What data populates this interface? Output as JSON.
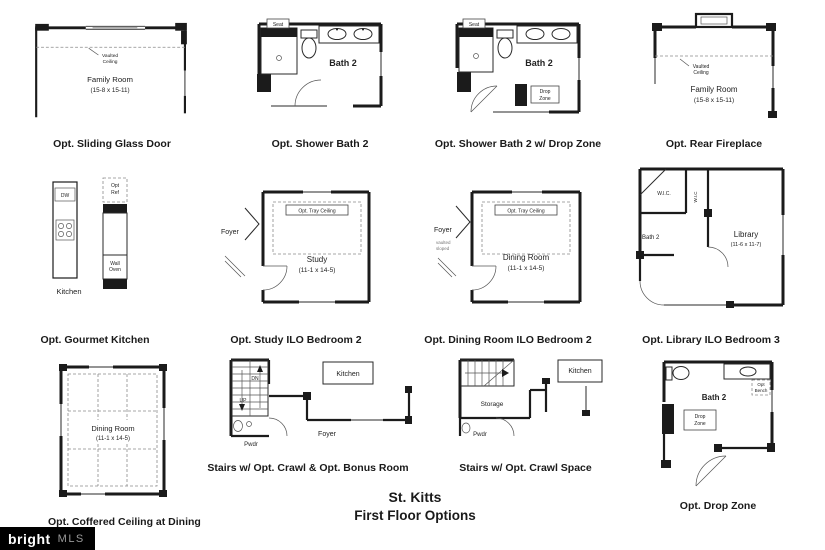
{
  "title": "St. Kitts",
  "subtitle": "First Floor Options",
  "logo": {
    "brand": "bright",
    "suffix": "MLS"
  },
  "plans": {
    "sliding": {
      "caption": "Opt. Sliding Glass Door",
      "note1": "Vaulted",
      "note2": "Ceiling",
      "room": "Family Room",
      "dims": "(15-8 x 15-11)"
    },
    "shower": {
      "caption": "Opt. Shower Bath 2",
      "seat": "Seat",
      "room": "Bath 2"
    },
    "shower_dz": {
      "caption": "Opt. Shower Bath 2 w/ Drop Zone",
      "seat": "Seat",
      "room": "Bath 2",
      "drop1": "Drop",
      "drop2": "Zone"
    },
    "fireplace": {
      "caption": "Opt. Rear Fireplace",
      "note1": "Vaulted",
      "note2": "Ceiling",
      "room": "Family Room",
      "dims": "(15-8 x 15-11)"
    },
    "kitchen": {
      "caption": "Opt. Gourmet Kitchen",
      "room": "Kitchen",
      "dw": "DW",
      "ref1": "Opt",
      "ref2": "Ref",
      "oven1": "Wall",
      "oven2": "Oven"
    },
    "study": {
      "caption": "Opt. Study ILO Bedroom 2",
      "foyer": "Foyer",
      "tray": "Opt. Tray Ceiling",
      "room": "Study",
      "dims": "(11-1 x 14-5)"
    },
    "dining": {
      "caption": "Opt. Dining Room ILO Bedroom 2",
      "foyer": "Foyer",
      "tray": "Opt. Tray Ceiling",
      "room": "Dining Room",
      "dims": "(11-1 x 14-5)",
      "note1": "vaulted",
      "note2": "sloped"
    },
    "library": {
      "caption": "Opt. Library ILO Bedroom 3",
      "wic": "W.I.C.",
      "wic2": "W.I.C",
      "bath": "Bath 2",
      "room": "Library",
      "dims": "(11-6 x 11-7)"
    },
    "coffered": {
      "caption": "Opt. Coffered Ceiling at Dining",
      "room": "Dining Room",
      "dims": "(11-1 x 14-5)"
    },
    "stairs_bonus": {
      "caption": "Stairs w/ Opt. Crawl & Opt. Bonus Room",
      "pwdr": "Pwdr",
      "kitchen": "Kitchen",
      "foyer": "Foyer",
      "dn": "DN",
      "up": "UP"
    },
    "stairs_crawl": {
      "caption": "Stairs w/ Opt. Crawl Space",
      "storage": "Storage",
      "pwdr": "Pwdr",
      "kitchen": "Kitchen"
    },
    "dropzone": {
      "caption": "Opt. Drop Zone",
      "room": "Bath 2",
      "drop1": "Drop",
      "drop2": "Zone",
      "opt1": "Opt",
      "opt2": "Bench"
    }
  }
}
